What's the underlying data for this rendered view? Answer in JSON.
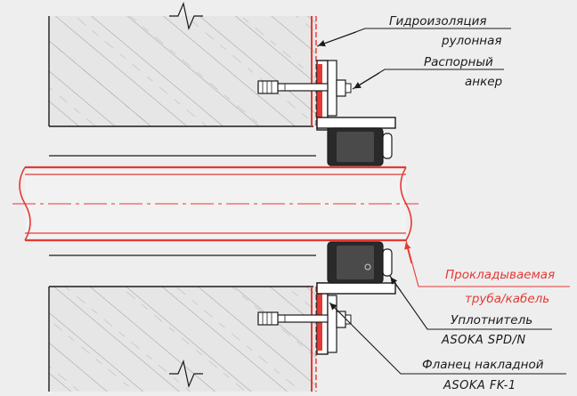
{
  "labels": {
    "waterproofing_line1": "Гидроизоляция",
    "waterproofing_line2": "рулонная",
    "anchor_line1": "Распорный",
    "anchor_line2": "анкер",
    "pipe_line1": "Прокладываемая",
    "pipe_line2": "труба/кабель",
    "seal_line1": "Уплотнитель",
    "seal_line2": "ASOKA SPD/N",
    "flange_line1": "Фланец накладной",
    "flange_line2": "ASOKA FK-1"
  },
  "colors": {
    "background": "#eeeeee",
    "concrete": "#e6e6e6",
    "line": "#1a1a1a",
    "accent_red": "#e53935",
    "pipe_fill": "#f2f2f2",
    "seal_dark": "#2a2a2a",
    "seal_mid": "#5a5a5a"
  }
}
